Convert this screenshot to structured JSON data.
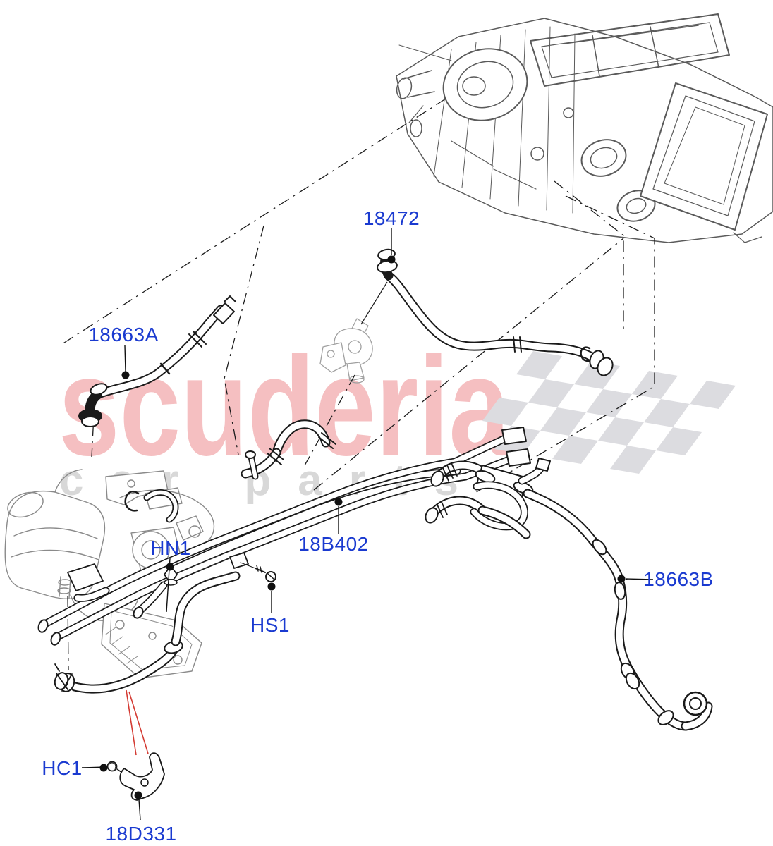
{
  "diagram": {
    "watermark_line1": "scuderia",
    "watermark_line2": "car parts",
    "colors": {
      "label_blue": "#1a3ad0",
      "pointer_red": "#d43b33",
      "watermark_pink": "#f5bfc1",
      "watermark_gray": "#d8d8d8",
      "flag_gray": "#dcdce0"
    },
    "callouts": [
      {
        "id": "18472",
        "text": "18472",
        "label": [
          555,
          310
        ],
        "dot": [
          555,
          368
        ],
        "leader": [
          [
            555,
            324
          ],
          [
            555,
            362
          ]
        ]
      },
      {
        "id": "18663A",
        "text": "18663A",
        "label": [
          175,
          475
        ],
        "dot": [
          178,
          532
        ],
        "leader": [
          [
            177,
            490
          ],
          [
            178,
            527
          ]
        ]
      },
      {
        "id": "18B402",
        "text": "18B402",
        "label": [
          473,
          772
        ],
        "dot": [
          480,
          712
        ],
        "leader": [
          [
            480,
            757
          ],
          [
            480,
            718
          ]
        ]
      },
      {
        "id": "HN1",
        "text": "HN1",
        "label": [
          242,
          778
        ],
        "dot": [
          241,
          804
        ],
        "leader": [
          [
            241,
            792
          ],
          [
            236,
            868
          ]
        ]
      },
      {
        "id": "HS1",
        "text": "HS1",
        "label": [
          383,
          887
        ],
        "dot": [
          385,
          832
        ],
        "leader": [
          [
            385,
            870
          ],
          [
            385,
            838
          ]
        ]
      },
      {
        "id": "18663B",
        "text": "18663B",
        "label": [
          962,
          822
        ],
        "dot": [
          881,
          821
        ],
        "leader": [
          [
            926,
            822
          ],
          [
            887,
            821
          ]
        ]
      },
      {
        "id": "HC1",
        "text": "HC1",
        "label": [
          88,
          1090
        ],
        "dot": [
          147,
          1089
        ],
        "leader": [
          [
            116,
            1089
          ],
          [
            150,
            1088
          ]
        ]
      },
      {
        "id": "18D331",
        "text": "18D331",
        "label": [
          200,
          1183
        ],
        "dot": [
          196,
          1128
        ],
        "leader": [
          [
            199,
            1163
          ],
          [
            197,
            1134
          ]
        ]
      }
    ]
  }
}
